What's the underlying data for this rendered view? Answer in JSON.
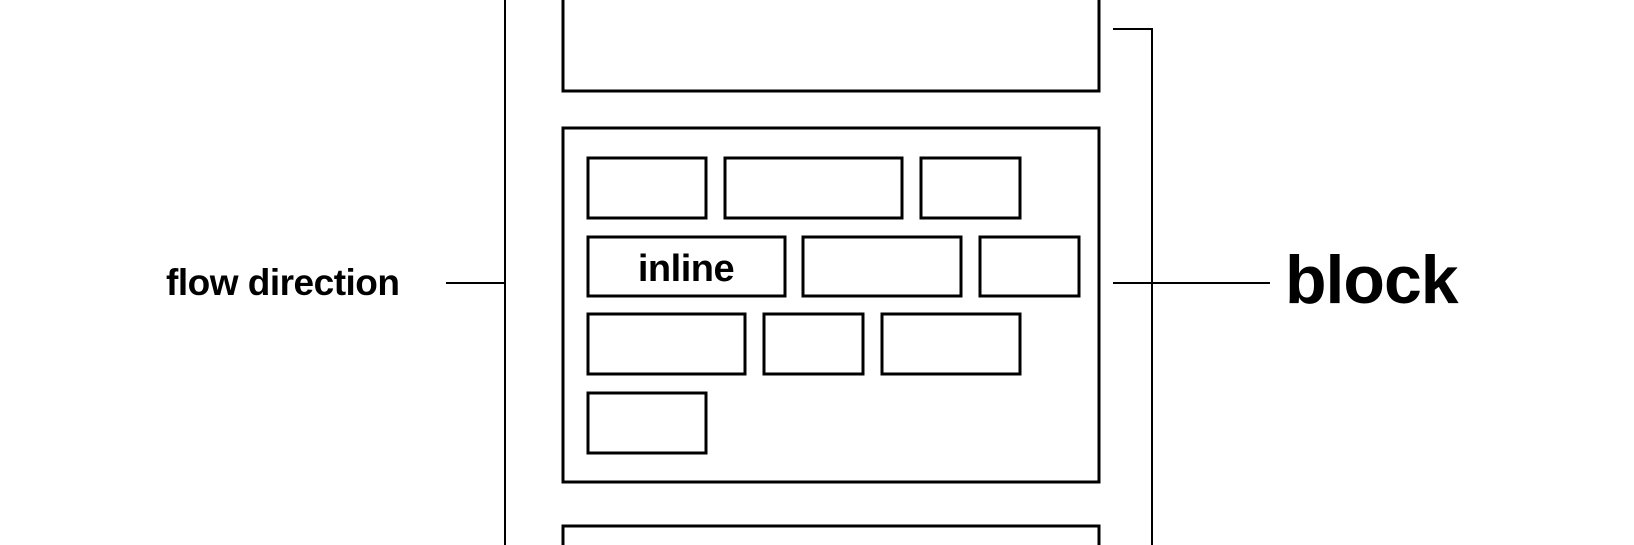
{
  "labels": {
    "flow_direction": "flow direction",
    "inline": "inline",
    "block": "block"
  },
  "colors": {
    "stroke": "#000000",
    "background": "#ffffff"
  }
}
